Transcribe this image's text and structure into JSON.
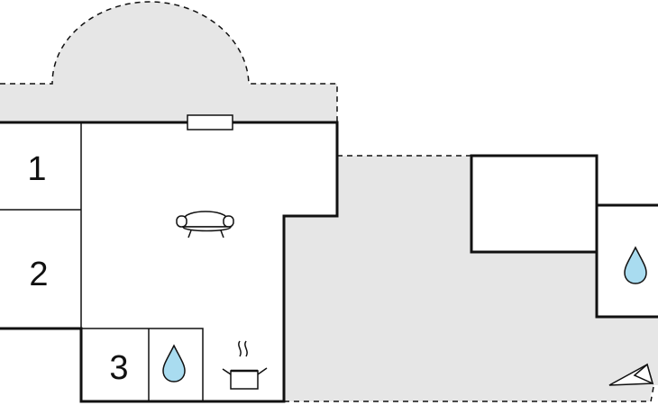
{
  "floorplan": {
    "room_labels": [
      "1",
      "2",
      "3"
    ],
    "icons": {
      "sofa": "sofa-icon",
      "water_drop": "water-drop-icon",
      "cooking_pot": "cooking-pot-icon",
      "north_arrow": "north-arrow-icon"
    },
    "colors": {
      "wall": "#111111",
      "outdoor_area": "#e6e6e6",
      "water_drop": "#a9dcf0",
      "background": "#ffffff"
    }
  }
}
